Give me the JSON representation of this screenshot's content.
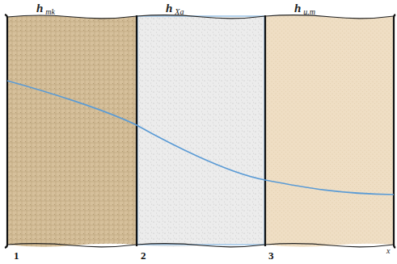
{
  "diagram": {
    "nodes": [
      {
        "text": [
          "h",
          "mk",
          "1"
        ]
      },
      {
        "text": [
          "h",
          "Xa",
          "2"
        ]
      },
      {
        "text": [
          "h",
          "u.m",
          "3"
        ]
      }
    ],
    "labels": [
      "x"
    ]
  }
}
